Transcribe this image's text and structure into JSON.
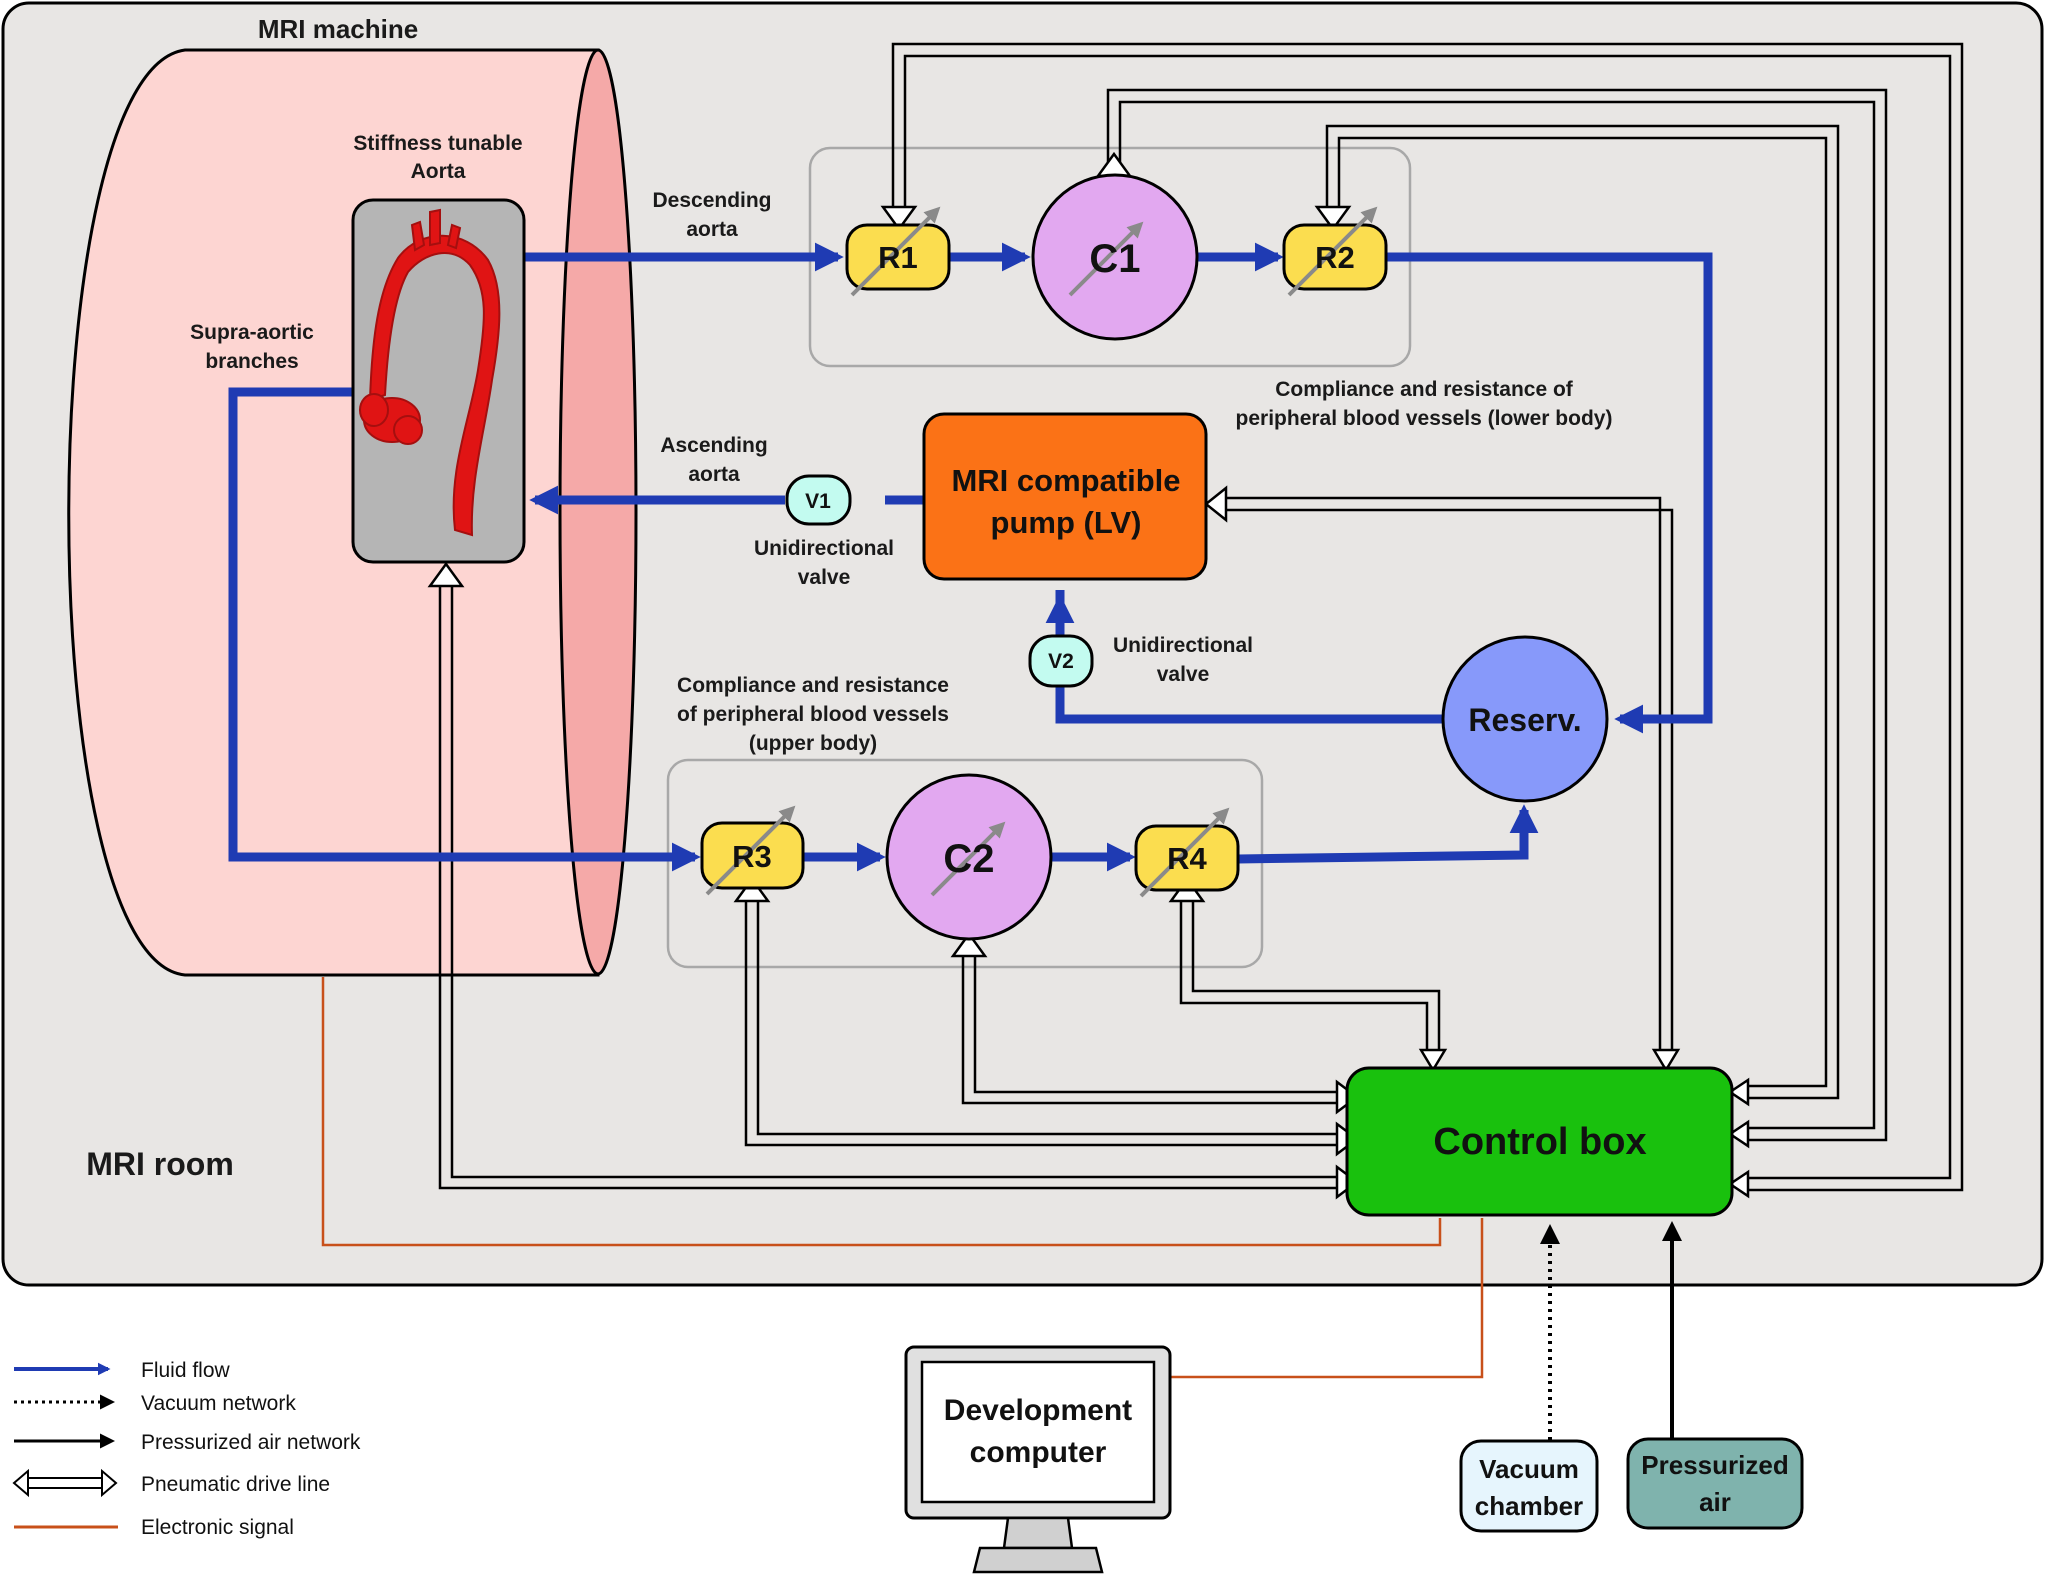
{
  "labels": {
    "mri_machine": "MRI machine",
    "mri_room": "MRI room",
    "aorta_title_1": "Stiffness tunable",
    "aorta_title_2": "Aorta",
    "supra_1": "Supra-aortic",
    "supra_2": "branches",
    "descending_1": "Descending",
    "descending_2": "aorta",
    "ascending_1": "Ascending",
    "ascending_2": "aorta",
    "lower_1": "Compliance and resistance of",
    "lower_2": "peripheral blood vessels (lower body)",
    "upper_1": "Compliance and resistance",
    "upper_2": "of peripheral blood vessels",
    "upper_3": "(upper body)",
    "valve1_1": "Unidirectional",
    "valve1_2": "valve",
    "valve2_1": "Unidirectional",
    "valve2_2": "valve"
  },
  "nodes": {
    "r1": "R1",
    "r2": "R2",
    "r3": "R3",
    "r4": "R4",
    "c1": "C1",
    "c2": "C2",
    "v1": "V1",
    "v2": "V2",
    "pump_1": "MRI compatible",
    "pump_2": "pump (LV)",
    "reservoir": "Reserv.",
    "control_box": "Control box",
    "dev_1": "Development",
    "dev_2": "computer",
    "vacuum_1": "Vacuum",
    "vacuum_2": "chamber",
    "pressurized_1": "Pressurized",
    "pressurized_2": "air"
  },
  "legend": [
    {
      "label": "Fluid flow",
      "style": "fluid"
    },
    {
      "label": "Vacuum network",
      "style": "vacuum"
    },
    {
      "label": "Pressurized air network",
      "style": "pressurized"
    },
    {
      "label": "Pneumatic drive line",
      "style": "pneumatic"
    },
    {
      "label": "Electronic signal",
      "style": "electronic"
    }
  ],
  "colors": {
    "fluid": "#1f3bb3",
    "electronic": "#c8501a",
    "room_bg": "#e8e6e4",
    "mri_bore": "#fdd5d2",
    "mri_end": "#f5a9a8",
    "resistor": "#fbdd4f",
    "capacitor": "#e2a8f0",
    "pump": "#fb7216",
    "reservoir": "#8799fa",
    "valve": "#c3fbf0",
    "control_box": "#19c10d",
    "vacuum_box": "#e6f5fd",
    "pressurized_box": "#7fb3ad",
    "aorta": "#e01414"
  }
}
